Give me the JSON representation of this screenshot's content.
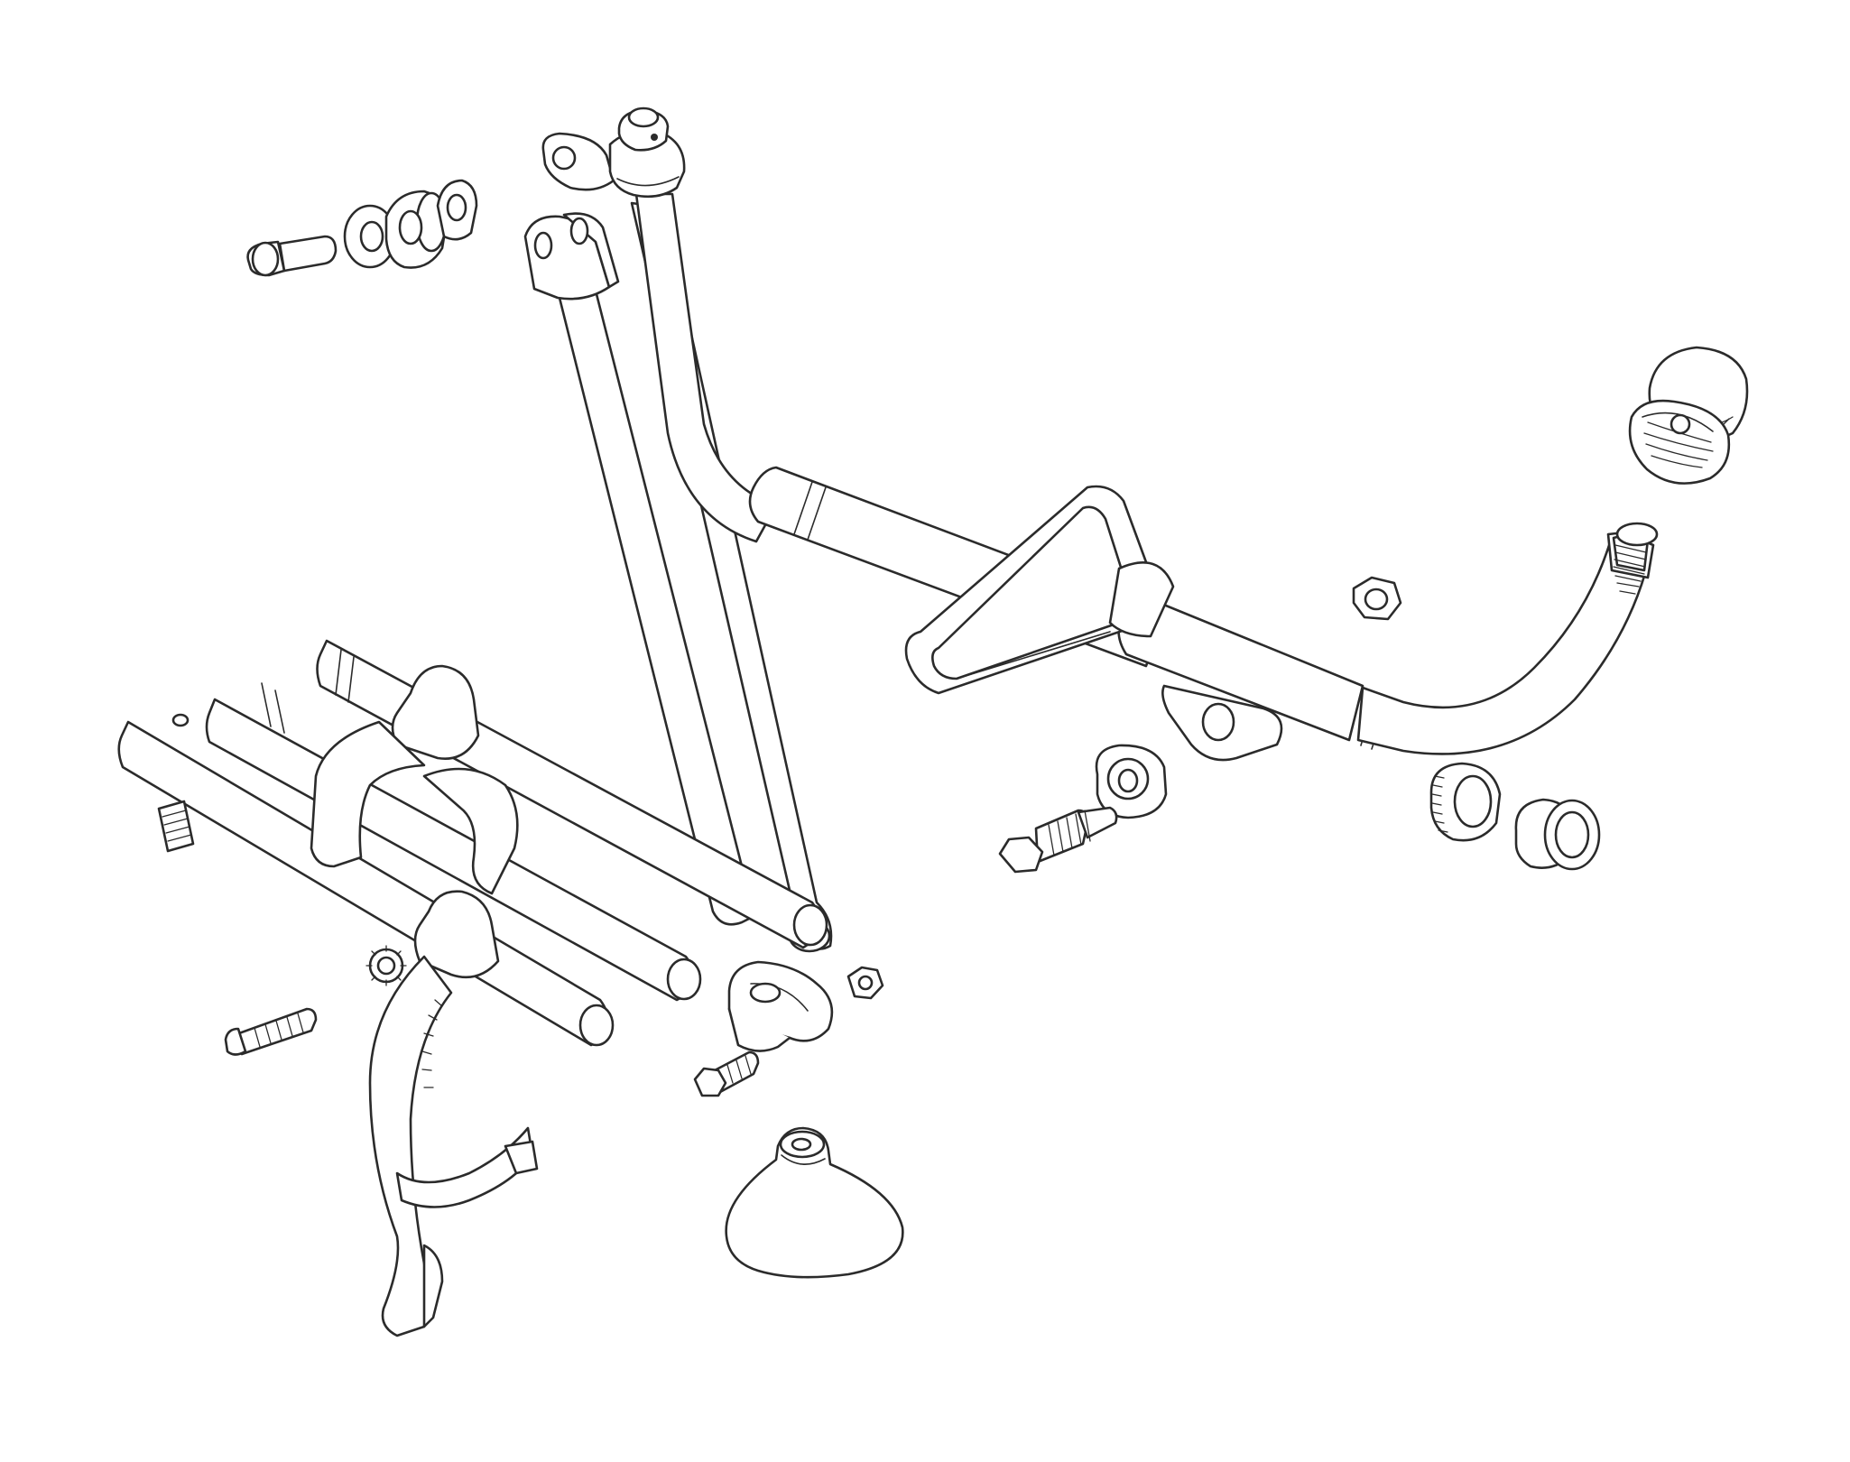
{
  "figure": {
    "style": "exploded-view line drawing",
    "colors": {
      "line": "#2b2b2b",
      "background": "#ffffff"
    }
  },
  "parts": [
    {
      "name": "shift-lever"
    },
    {
      "name": "shift-knob"
    },
    {
      "name": "knob-insert"
    },
    {
      "name": "lever-base-bracket"
    },
    {
      "name": "lever-mount-plate"
    },
    {
      "name": "upper-linkage-arm"
    },
    {
      "name": "upper-linkage-clevis"
    },
    {
      "name": "upper-linkage-ball-joint"
    },
    {
      "name": "pin-bolt"
    },
    {
      "name": "washer"
    },
    {
      "name": "bushing-spacer"
    },
    {
      "name": "clevis-eye"
    },
    {
      "name": "hex-nut-right"
    },
    {
      "name": "bushing-center"
    },
    {
      "name": "hex-bolt"
    },
    {
      "name": "splined-bushing"
    },
    {
      "name": "flanged-bushing"
    },
    {
      "name": "shift-rails"
    },
    {
      "name": "shift-fork-large"
    },
    {
      "name": "shift-fork-upper"
    },
    {
      "name": "set-screw"
    },
    {
      "name": "detent-screw"
    },
    {
      "name": "small-gear"
    },
    {
      "name": "rail-clamp"
    },
    {
      "name": "hex-nut-small"
    },
    {
      "name": "clamp-bolt"
    },
    {
      "name": "rubber-boot"
    }
  ]
}
